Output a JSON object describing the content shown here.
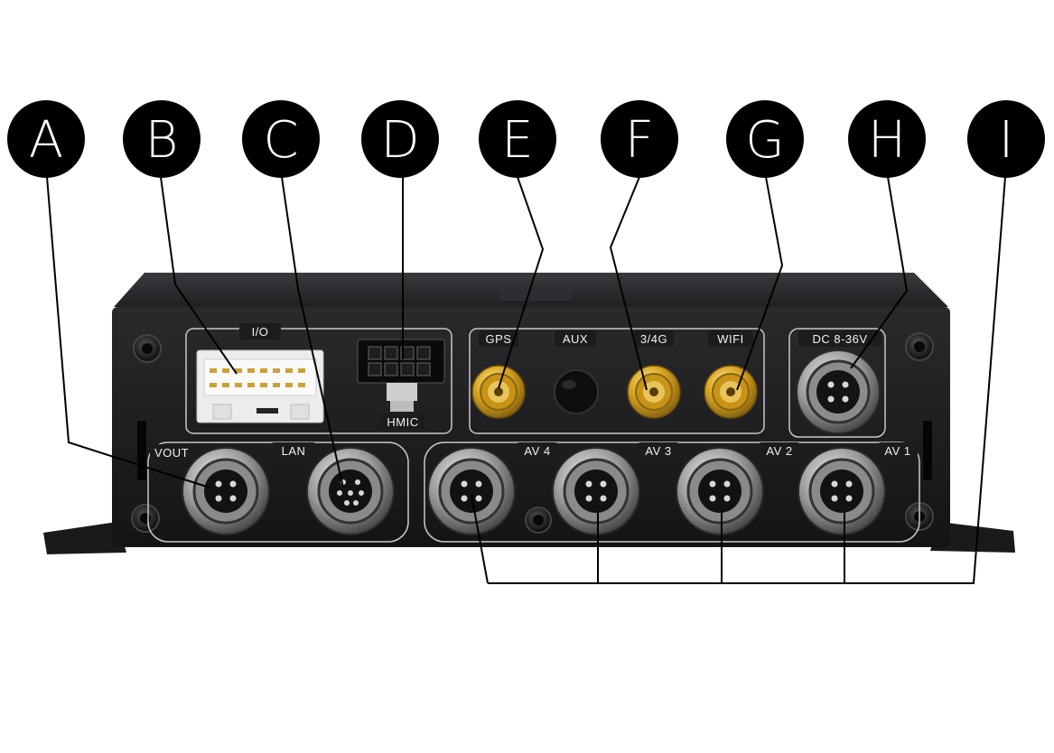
{
  "callouts": [
    {
      "letter": "A"
    },
    {
      "letter": "B"
    },
    {
      "letter": "C"
    },
    {
      "letter": "D"
    },
    {
      "letter": "E"
    },
    {
      "letter": "F"
    },
    {
      "letter": "G"
    },
    {
      "letter": "H"
    },
    {
      "letter": "I"
    }
  ],
  "labels": {
    "io": "I/O",
    "hmic": "HMIC",
    "gps": "GPS",
    "aux": "AUX",
    "cell": "3/4G",
    "wifi": "WIFI",
    "dc": "DC 8-36V",
    "vout": "VOUT",
    "lan": "LAN",
    "av4": "AV 4",
    "av3": "AV 3",
    "av2": "AV 2",
    "av1": "AV 1"
  },
  "colors": {
    "device_body": "#1c1c1e",
    "panel_line": "#c8c8c8",
    "gold": "#d9a520",
    "callout_fill": "#000000",
    "callout_text": "#ffffff"
  }
}
